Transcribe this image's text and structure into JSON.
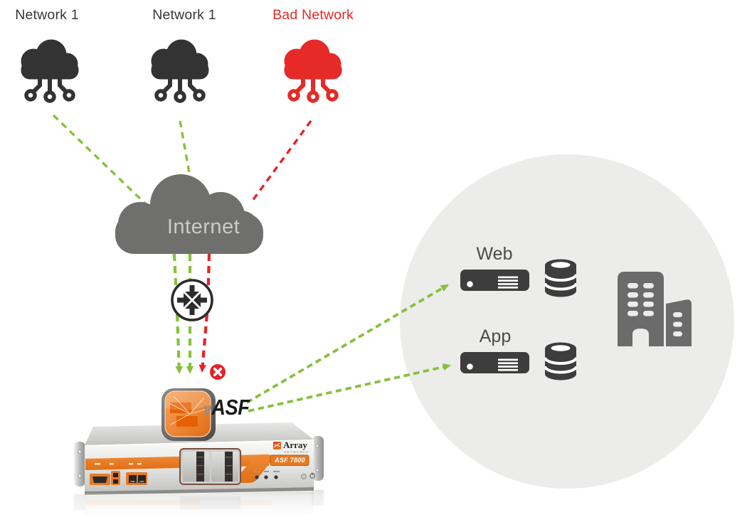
{
  "sources": [
    {
      "label": "Network 1",
      "type": "trusted"
    },
    {
      "label": "Network 1",
      "type": "trusted"
    },
    {
      "label": "Bad Network",
      "type": "malicious"
    }
  ],
  "internet": {
    "label": "Internet"
  },
  "firewall": {
    "virtual_prefix": "v",
    "product": "ASF",
    "appliance_brand": "Array",
    "appliance_brand_sub": "NETWORKS",
    "appliance_model": "ASF 7800"
  },
  "protected_zone": {
    "servers": [
      {
        "label": "Web"
      },
      {
        "label": "App"
      }
    ]
  },
  "colors": {
    "allowed_traffic": "#86c13c",
    "blocked_traffic": "#e52328",
    "trusted_network": "#333333",
    "malicious_network": "#e52a28",
    "internet_cloud": "#6f6f6e",
    "zone_background": "#ececeb",
    "server_icon": "#3d3d3d",
    "building_icon": "#6b6b6b",
    "appliance_orange": "#e87a22",
    "router_stroke": "#2c2c2c"
  }
}
